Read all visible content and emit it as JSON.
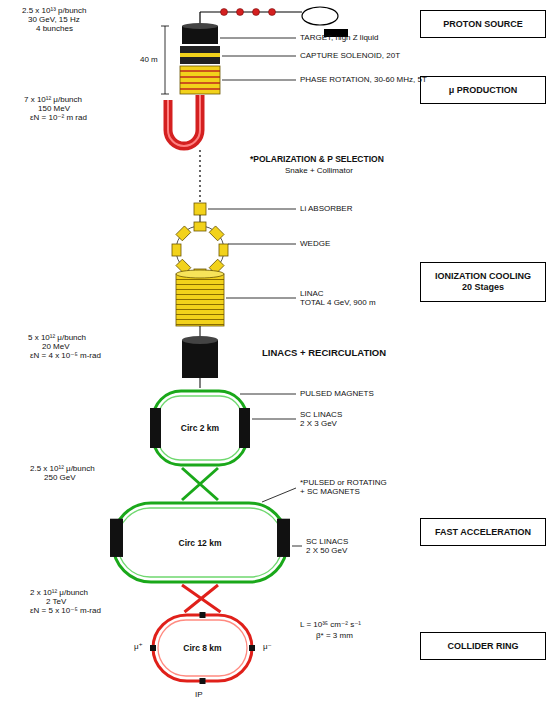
{
  "diagram": {
    "nodes": [
      {
        "text": [
          "PROTON SOURCE"
        ]
      },
      {
        "text": [
          "μ PRODUCTION"
        ]
      },
      {
        "text": [
          "IONIZATION COOLING",
          "20 Stages"
        ]
      },
      {
        "text": [
          "Circ 2 km"
        ]
      },
      {
        "text": [
          "Circ 12 km"
        ]
      },
      {
        "text": [
          "FAST ACCELERATION"
        ]
      },
      {
        "text": [
          "Circ 8 km"
        ]
      },
      {
        "text": [
          "COLLIDER RING"
        ]
      }
    ],
    "edges": [
      {
        "from": 3,
        "to": 4,
        "arrow": "none"
      },
      {
        "from": 4,
        "to": 6,
        "arrow": "none"
      }
    ],
    "labels": [
      "2.5 x 10¹³ p/bunch",
      "30 GeV, 15 Hz",
      "4 bunches",
      "TARGET, high Z liquid",
      "CAPTURE SOLENOID, 20T",
      "PHASE ROTATION, 30-60 MHz, 5T",
      "40 m",
      "7 x 10¹² μ/bunch",
      "150 MeV",
      "εN = 10⁻² m rad",
      "*POLARIZATION & P SELECTION",
      "Snake + Collimator",
      "Li ABSORBER",
      "WEDGE",
      "LINAC",
      "TOTAL 4 GeV, 900 m",
      "5 x 10¹² μ/bunch",
      "20 MeV",
      "εN = 4 x 10⁻⁵ m-rad",
      "LINACS + RECIRCULATION",
      "PULSED MAGNETS",
      "SC LINACS",
      "2 X 3 GeV",
      "2.5 x 10¹² μ/bunch",
      "250 GeV",
      "*PULSED or ROTATING",
      "+ SC MAGNETS",
      "SC LINACS",
      "2 X 50 GeV",
      "2 x 10¹² μ/bunch",
      "2 TeV",
      "εN = 5 x 10⁻⁵ m-rad",
      "L = 10³⁵ cm⁻² s⁻¹",
      "β* = 3 mm",
      "μ⁺",
      "μ⁻",
      "IP"
    ]
  }
}
